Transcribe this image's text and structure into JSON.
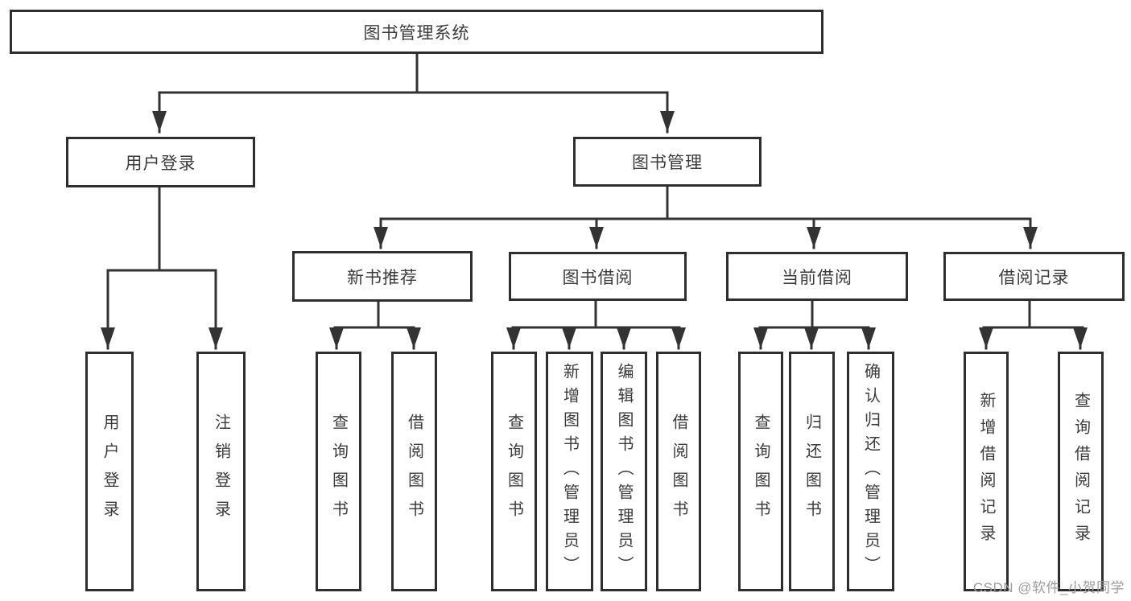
{
  "diagram_title": "图书管理系统",
  "tree": {
    "label": "图书管理系统",
    "children": [
      {
        "label": "用户登录",
        "children": [
          {
            "label": "用户登录"
          },
          {
            "label": "注销登录"
          }
        ]
      },
      {
        "label": "图书管理",
        "children": [
          {
            "label": "新书推荐",
            "children": [
              {
                "label": "查询图书"
              },
              {
                "label": "借阅图书"
              }
            ]
          },
          {
            "label": "图书借阅",
            "children": [
              {
                "label": "查询图书"
              },
              {
                "label": "新增图书（管理员）"
              },
              {
                "label": "编辑图书（管理员）"
              },
              {
                "label": "借阅图书"
              }
            ]
          },
          {
            "label": "当前借阅",
            "children": [
              {
                "label": "查询图书"
              },
              {
                "label": "归还图书"
              },
              {
                "label": "确认归还（管理员）"
              }
            ]
          },
          {
            "label": "借阅记录",
            "children": [
              {
                "label": "新增借阅记录"
              },
              {
                "label": "查询借阅记录"
              }
            ]
          }
        ]
      }
    ]
  },
  "watermark": {
    "text": "CSDN @软件_小贺同学"
  },
  "colors": {
    "line": "#333333",
    "box_border": "#2e2e2e",
    "text": "#3b3b3b",
    "watermark": "#9c9c9c",
    "background": "#ffffff"
  }
}
